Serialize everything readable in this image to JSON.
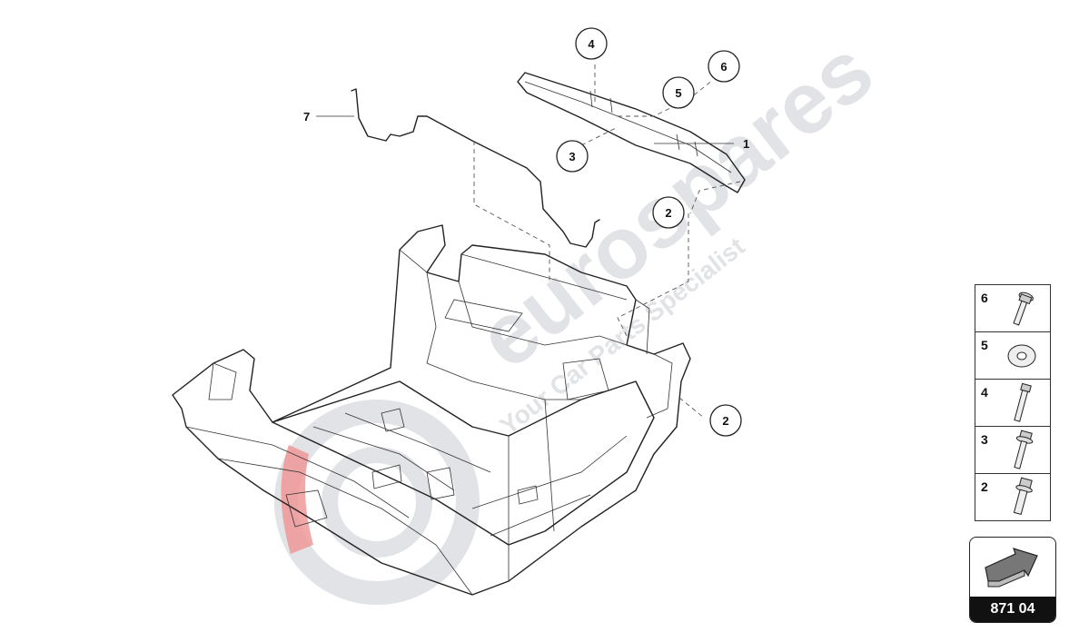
{
  "callouts": [
    {
      "id": "c1",
      "label": "1"
    },
    {
      "id": "c2a",
      "label": "2"
    },
    {
      "id": "c2b",
      "label": "2"
    },
    {
      "id": "c3",
      "label": "3"
    },
    {
      "id": "c4",
      "label": "4"
    },
    {
      "id": "c5",
      "label": "5"
    },
    {
      "id": "c6",
      "label": "6"
    },
    {
      "id": "c7",
      "label": "7"
    }
  ],
  "legend": {
    "items": [
      {
        "number": "6",
        "icon": "bolt-with-washer-icon"
      },
      {
        "number": "5",
        "icon": "washer-icon"
      },
      {
        "number": "4",
        "icon": "bolt-icon"
      },
      {
        "number": "3",
        "icon": "bolt-with-collar-icon"
      },
      {
        "number": "2",
        "icon": "threaded-stud-icon"
      }
    ]
  },
  "page_code": {
    "label": "871 04",
    "icon": "arrow-icon"
  },
  "watermark": {
    "brand": "eurospares",
    "tagline": "Your Car Parts Specialist",
    "color": "#d9dce3",
    "accent": "#e53b3b"
  }
}
